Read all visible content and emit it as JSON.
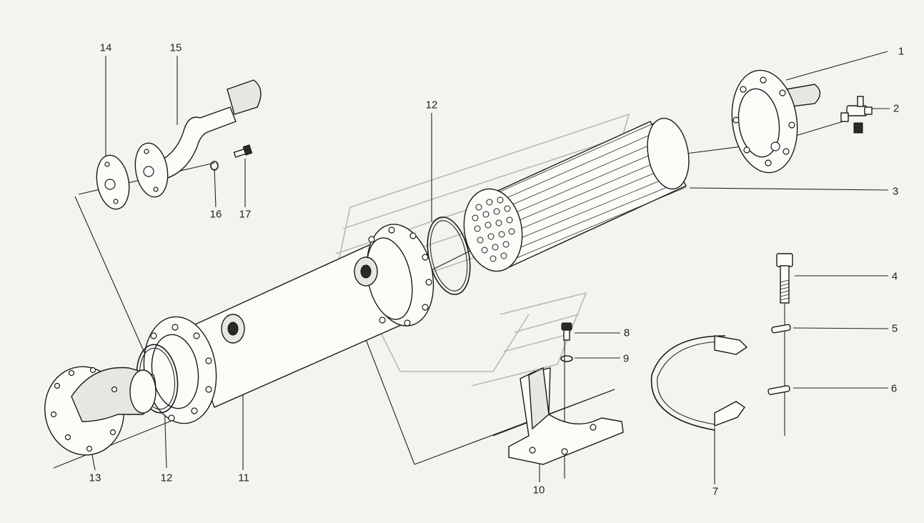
{
  "callouts": {
    "c1": "1",
    "c2": "2",
    "c3": "3",
    "c4": "4",
    "c5": "5",
    "c6": "6",
    "c7": "7",
    "c8": "8",
    "c9": "9",
    "c10": "10",
    "c11": "11",
    "c12_top": "12",
    "c12_bottom": "12",
    "c13": "13",
    "c14": "14",
    "c15": "15",
    "c16": "16",
    "c17": "17"
  }
}
